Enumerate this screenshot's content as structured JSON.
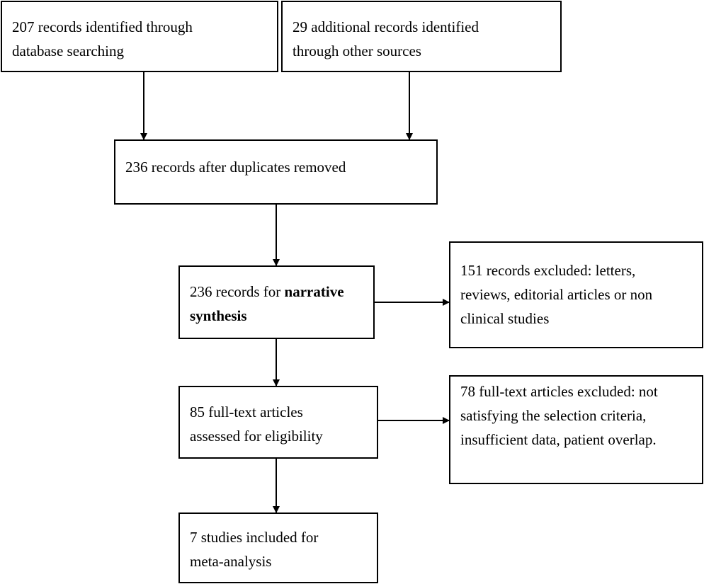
{
  "flowchart": {
    "db_search": {
      "line1": "207 records identified through",
      "line2": "database searching"
    },
    "other_sources": {
      "line1": "29 additional records identified",
      "line2": "through other sources"
    },
    "after_duplicates": {
      "line1": "236 records after duplicates removed"
    },
    "narrative": {
      "prefix": "236 records for ",
      "bold1": "narrative",
      "bold2": "synthesis"
    },
    "excluded_records": {
      "line1": "151 records excluded: letters,",
      "line2": "reviews, editorial articles or non",
      "line3": "clinical studies"
    },
    "full_text": {
      "line1": "85 full-text articles",
      "line2": "assessed for eligibility"
    },
    "excluded_full_text": {
      "line1": "78 full-text articles excluded: not",
      "line2": "satisfying the selection criteria,",
      "line3": "insufficient data, patient overlap."
    },
    "included": {
      "line1": "7 studies included for",
      "line2": "meta-analysis"
    }
  }
}
